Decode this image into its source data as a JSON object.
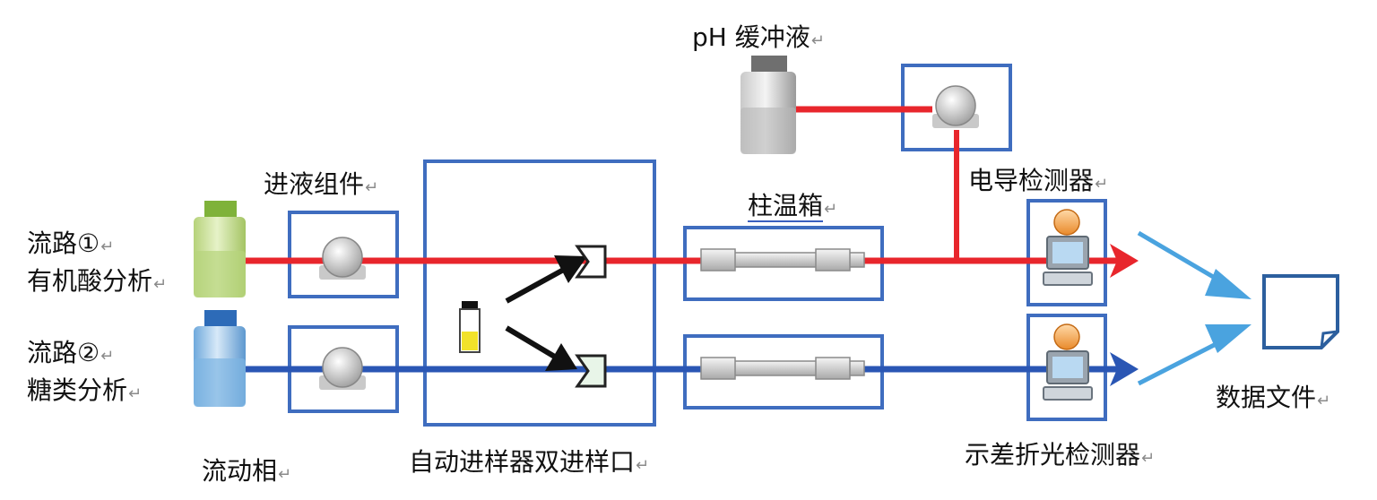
{
  "colors": {
    "box": "#3f6dbf",
    "flow1": "#e8262c",
    "flow2": "#2a56b4",
    "data_arrow": "#4aa3df",
    "injection_arrow": "#111111"
  },
  "return_mark": "↵",
  "labels": {
    "ph_buffer": "pH 缓冲液",
    "inlet_assembly": "进液组件",
    "column_oven": "柱温箱",
    "conductivity_detector": "电导检测器",
    "flow1_line1": "流路①",
    "flow1_line2": "有机酸分析",
    "flow2_line1": "流路②",
    "flow2_line2": "糖类分析",
    "mobile_phase": "流动相",
    "autosampler": "自动进样器双进样口",
    "ri_detector": "示差折光检测器",
    "data_file": "数据文件"
  }
}
